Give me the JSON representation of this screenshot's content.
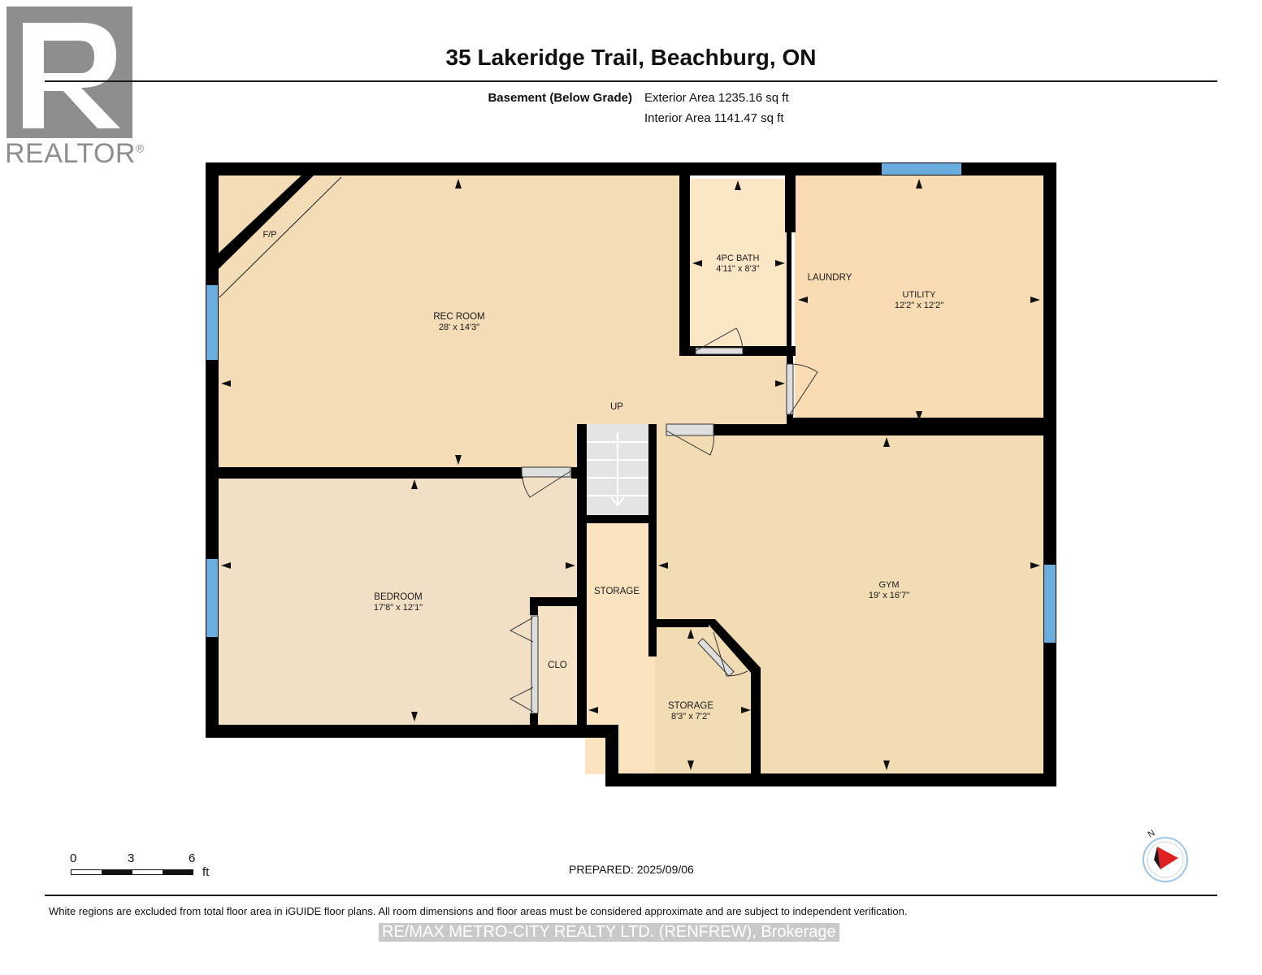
{
  "logo": {
    "word": "REALTOR",
    "mark": "®"
  },
  "header": {
    "title": "35 Lakeridge Trail, Beachburg, ON",
    "level": "Basement (Below Grade)",
    "exterior_area": "Exterior Area 1235.16 sq ft",
    "interior_area": "Interior Area 1141.47 sq ft"
  },
  "rooms": {
    "rec_room": {
      "name": "REC ROOM",
      "dims": "28' x 14'3\""
    },
    "fireplace": {
      "name": "F/P"
    },
    "bath": {
      "name": "4PC BATH",
      "dims": "4'11\" x 8'3\""
    },
    "laundry": {
      "name": "LAUNDRY"
    },
    "utility": {
      "name": "UTILITY",
      "dims": "12'2\" x 12'2\""
    },
    "up": {
      "name": "UP"
    },
    "bedroom": {
      "name": "BEDROOM",
      "dims": "17'8\" x 12'1\""
    },
    "closet": {
      "name": "CLO"
    },
    "storage_upper": {
      "name": "STORAGE"
    },
    "storage_lower": {
      "name": "STORAGE",
      "dims": "8'3\" x 7'2\""
    },
    "gym": {
      "name": "GYM",
      "dims": "19' x 16'7\""
    }
  },
  "scale": {
    "zero": "0",
    "three": "3",
    "six": "6",
    "unit": "ft"
  },
  "compass": {
    "label": "N",
    "icon": "compass-north-icon"
  },
  "footer": {
    "prepared": "PREPARED: 2025/09/06",
    "disclaimer": "White regions are excluded from total floor area in iGUIDE floor plans. All room dimensions and floor areas must be considered approximate and are subject to independent verification.",
    "brokerage": "RE/MAX METRO-CITY REALTY LTD. (RENFREW), Brokerage"
  },
  "colors": {
    "wall": "#000000",
    "rec_room": "#f3dcb6",
    "bath": "#fbe6c6",
    "utility": "#f9dcb4",
    "bedroom": "#f2e0c6",
    "gym": "#f2dcb3",
    "storage": "#fbe3c0",
    "stairs": "#e4e4e4",
    "window": "#6aaee0"
  }
}
